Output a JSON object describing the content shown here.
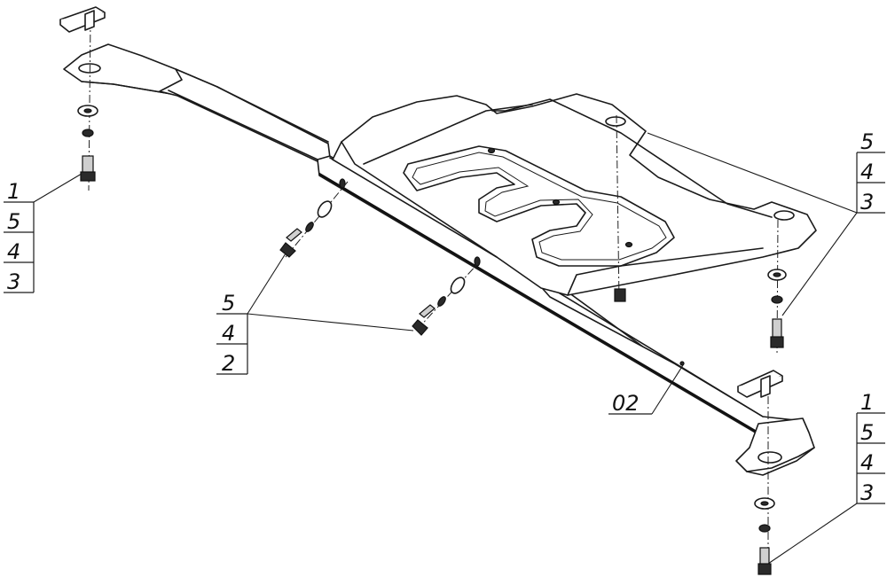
{
  "callouts": {
    "top_left": [
      "1",
      "5",
      "4",
      "3"
    ],
    "top_right": [
      "5",
      "4",
      "3"
    ],
    "center_left": [
      "5",
      "4",
      "2"
    ],
    "bottom_right": [
      "1",
      "5",
      "4",
      "3"
    ]
  },
  "part_label": "02",
  "colors": {
    "line": "#1a1a1a",
    "background": "#ffffff"
  }
}
